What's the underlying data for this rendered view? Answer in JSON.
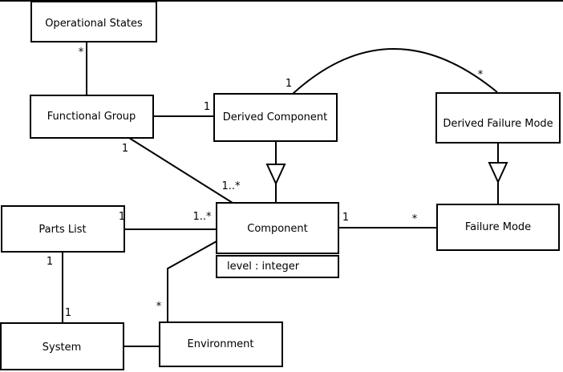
{
  "diagram": {
    "type": "uml-class-diagram",
    "classes": {
      "operational_states": {
        "name": "Operational States"
      },
      "functional_group": {
        "name": "Functional Group"
      },
      "derived_component": {
        "name": "Derived Component"
      },
      "derived_failure_mode": {
        "name": "Derived Failure Mode"
      },
      "parts_list": {
        "name": "Parts List"
      },
      "component": {
        "name": "Component",
        "attribute": "level : integer"
      },
      "failure_mode": {
        "name": "Failure Mode"
      },
      "system": {
        "name": "System"
      },
      "environment": {
        "name": "Environment"
      }
    },
    "multiplicities": {
      "operational_states_end": "*",
      "derived_component_assoc_end": "1",
      "functional_group_diagonal_end": "1",
      "component_from_functional_group": "1..*",
      "arc_derived_component_end": "1",
      "arc_derived_failure_mode_end": "*",
      "parts_list_corner_end": "1",
      "component_from_parts_list": "1..*",
      "component_to_failure_mode_end": "1",
      "failure_mode_end": "*",
      "parts_list_lower_end": "1",
      "system_end": "1",
      "environment_end": "*"
    }
  },
  "colors": {
    "line": "#000000",
    "box_fill": "#ffffff",
    "background": "#ffffff"
  }
}
